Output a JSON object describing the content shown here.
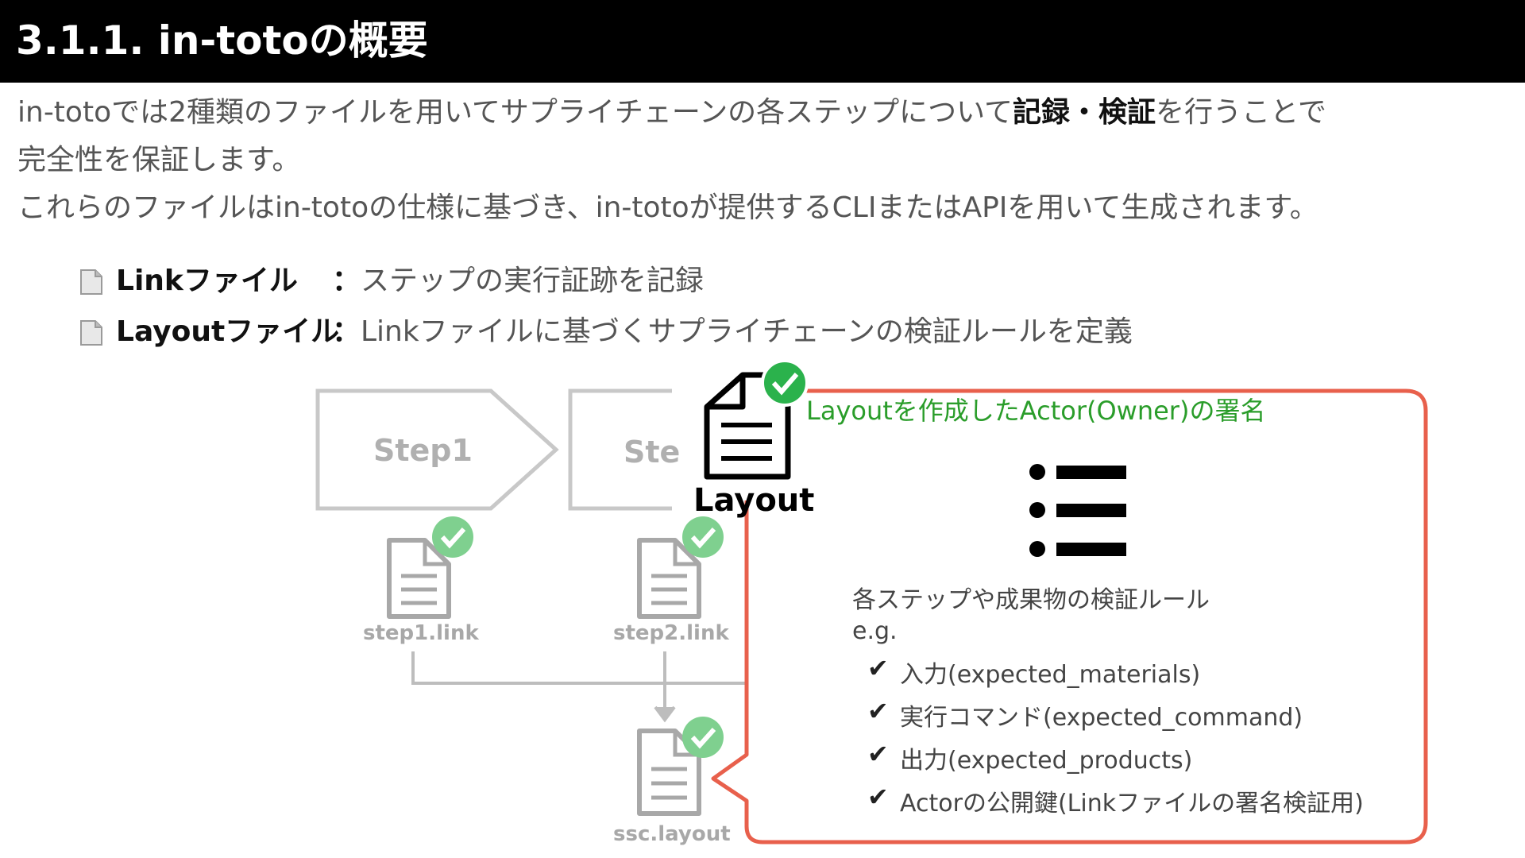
{
  "header": {
    "title": "3.1.1. in-totoの概要"
  },
  "intro": {
    "line1_pre": "in-totoでは2種類のファイルを用いてサプライチェーンの各ステップについて",
    "line1_bold": "記録・検証",
    "line1_post": "を行うことで",
    "line2": "完全性を保証します。",
    "line3": "これらのファイルはin-totoの仕様に基づき、in-totoが提供するCLIまたはAPIを用いて生成されます。"
  },
  "bullets": [
    {
      "label": "Linkファイル",
      "colon": "：",
      "desc": "ステップの実行証跡を記録"
    },
    {
      "label": "Layoutファイル",
      "colon": "：",
      "desc": "Linkファイルに基づくサプライチェーンの検証ルールを定義"
    }
  ],
  "diagram": {
    "step1_label": "Step1",
    "step2_label": "Ste",
    "step1_file": "step1.link",
    "step2_file": "step2.link",
    "layout_file": "ssc.layout",
    "layout_icon_label": "Layout",
    "signature_note": "Layoutを作成したActor(Owner)の署名",
    "rules_heading": "各ステップや成果物の検証ルール",
    "rules_eg": "e.g.",
    "rules": [
      "入力(expected_materials)",
      "実行コマンド(expected_command)",
      "出力(expected_products)",
      "Actorの公開鍵(Linkファイルの署名検証用)"
    ]
  },
  "colors": {
    "title_bg": "#000000",
    "callout_border": "#e8604c",
    "check_green": "#2bb24c",
    "sig_text": "#2a9d2a",
    "faded_gray": "#a8a8a8"
  },
  "icons": [
    "document-icon",
    "check-badge-icon",
    "list-icon",
    "check-mark-icon"
  ]
}
